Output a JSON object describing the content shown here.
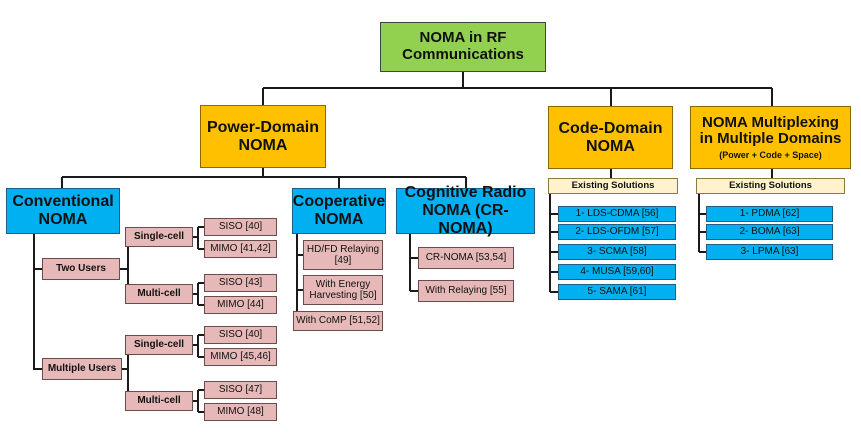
{
  "root": {
    "label_line1": "NOMA in RF",
    "label_line2": "Communications"
  },
  "power_domain": {
    "label_line1": "Power-Domain",
    "label_line2": "NOMA",
    "conventional": {
      "label_line1": "Conventional",
      "label_line2": "NOMA",
      "two_users": {
        "label": "Two Users",
        "single_cell": {
          "label": "Single-cell",
          "siso": "SISO [40]",
          "mimo": "MIMO [41,42]"
        },
        "multi_cell": {
          "label": "Multi-cell",
          "siso": "SISO [43]",
          "mimo": "MIMO [44]"
        }
      },
      "multiple_users": {
        "label": "Multiple Users",
        "single_cell": {
          "label": "Single-cell",
          "siso": "SISO [40]",
          "mimo": "MIMO [45,46]"
        },
        "multi_cell": {
          "label": "Multi-cell",
          "siso": "SISO [47]",
          "mimo": "MIMO [48]"
        }
      }
    },
    "cooperative": {
      "label_line1": "Cooperative",
      "label_line2": "NOMA",
      "items": [
        {
          "line1": "HD/FD Relaying",
          "line2": "[49]"
        },
        {
          "line1": "With Energy",
          "line2": "Harvesting [50]"
        },
        {
          "line1": "With CoMP [51,52]",
          "line2": ""
        }
      ]
    },
    "cognitive": {
      "label_line1": "Cognitive Radio",
      "label_line2": "NOMA (CR-NOMA)",
      "items": [
        "CR-NOMA [53,54]",
        "With Relaying [55]"
      ]
    }
  },
  "code_domain": {
    "label_line1": "Code-Domain",
    "label_line2": "NOMA",
    "existing_label": "Existing Solutions",
    "items": [
      "1- LDS-CDMA [56]",
      "2- LDS-OFDM [57]",
      "3- SCMA [58]",
      "4- MUSA [59,60]",
      "5- SAMA [61]"
    ]
  },
  "multi_domain": {
    "label_line1": "NOMA Multiplexing",
    "label_line2": "in Multiple Domains",
    "note": "(Power + Code  + Space)",
    "existing_label": "Existing Solutions",
    "items": [
      "1- PDMA [62]",
      "2- BOMA [63]",
      "3- LPMA [63]"
    ]
  },
  "colors": {
    "root": "#92d050",
    "domain": "#ffc000",
    "subcategory": "#00b0f0",
    "leaf": "#e6b9b8",
    "solution_header": "#fff2cc",
    "connector": "#1a1a1a"
  }
}
